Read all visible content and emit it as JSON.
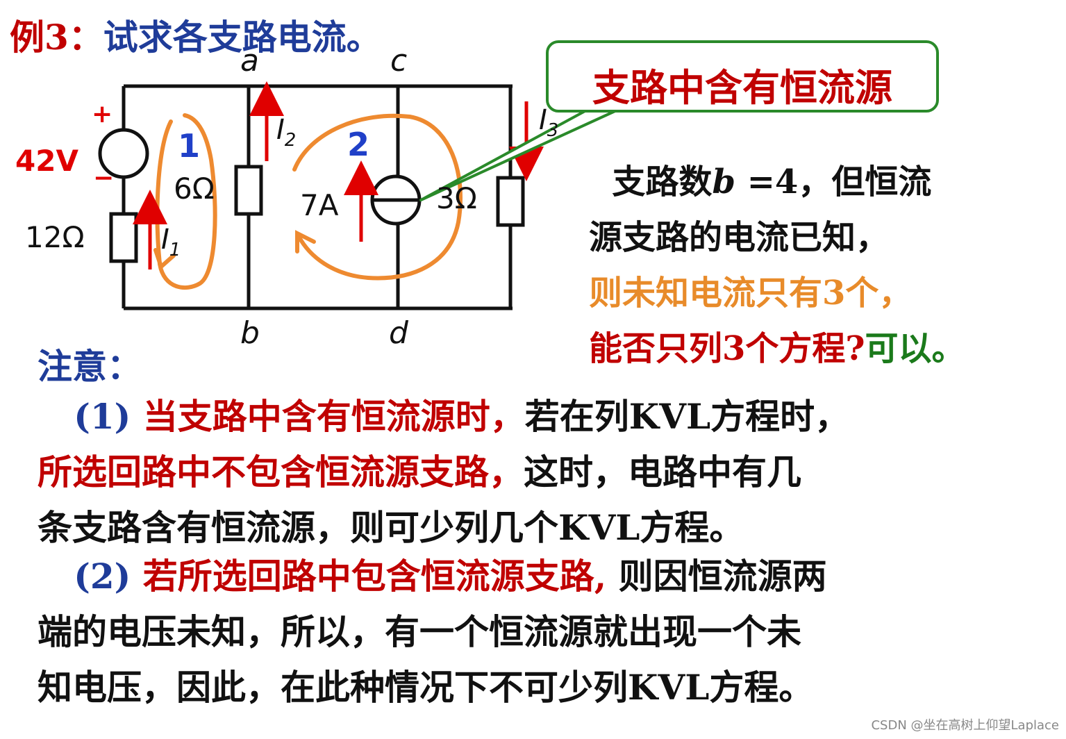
{
  "title": {
    "label": "例3：",
    "text": "试求各支路电流。"
  },
  "circuit": {
    "nodes": {
      "a": "a",
      "b": "b",
      "c": "c",
      "d": "d"
    },
    "voltage_source": {
      "plus": "+",
      "value": "42V",
      "minus": "−"
    },
    "resistors": {
      "r1": "12Ω",
      "r2": "6Ω",
      "r3": "3Ω"
    },
    "current_source": "7A",
    "currents": {
      "i1": {
        "sym": "I",
        "sub": "1"
      },
      "i2": {
        "sym": "I",
        "sub": "2"
      },
      "i3": {
        "sym": "I",
        "sub": "3"
      }
    },
    "loops": {
      "loop1": "1",
      "loop2": "2"
    },
    "colors": {
      "wire": "#111111",
      "arrow": "#e00000",
      "loop": "#ee8a30",
      "loop_label": "#2040c8",
      "callout": "#2a8a2a"
    }
  },
  "callout": {
    "text": "支路中含有恒流源"
  },
  "side": {
    "line1_a": "支路数",
    "line1_b": "b",
    "line1_c": " =4，但恒流",
    "line2": "源支路的电流已知，",
    "line3": "则未知电流只有3个，",
    "line4_q": "能否只列3个方程?",
    "line4_a": "可以。"
  },
  "note": {
    "title": "注意：",
    "p1": {
      "num": "(1) ",
      "red1": "当支路中含有恒流源时，",
      "black1": "若在列KVL方程时，",
      "red2": "所选回路中不包含恒流源支路，",
      "black2": "这时，电路中有几",
      "black3": "条支路含有恒流源，则可少列几个KVL方程。"
    },
    "p2": {
      "num": "(2) ",
      "red1": "若所选回路中包含恒流源支路,",
      "black1": " 则因恒流源两",
      "black2": "端的电压未知，所以，有一个恒流源就出现一个未",
      "black3": "知电压，因此，在此种情况下不可少列KVL方程。"
    }
  },
  "watermark": "CSDN @坐在高树上仰望Laplace"
}
